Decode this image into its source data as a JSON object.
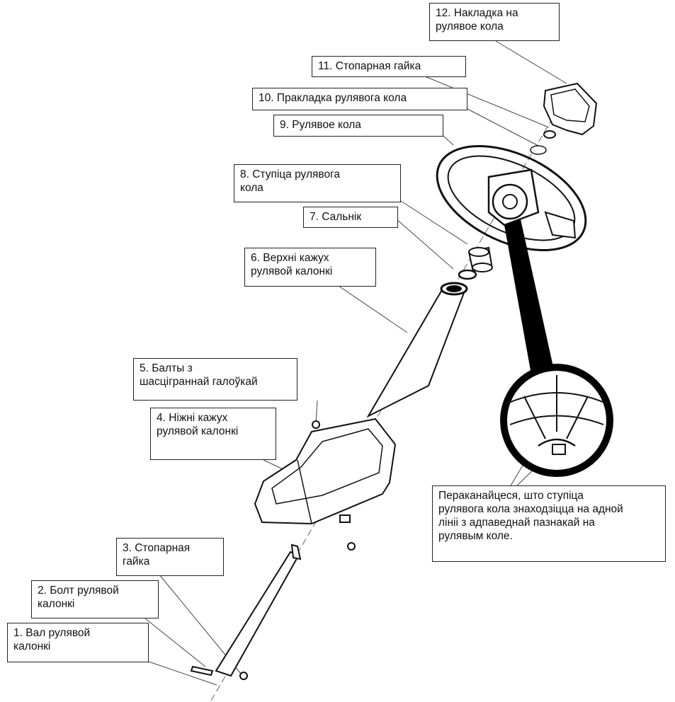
{
  "parts": [
    {
      "id": "12",
      "text": "12. Накладка на\nрулявое кола"
    },
    {
      "id": "11",
      "text": "11. Стопарная гайка"
    },
    {
      "id": "10",
      "text": "10. Пракладка рулявога кола"
    },
    {
      "id": "9",
      "text": "9. Рулявое кола"
    },
    {
      "id": "8",
      "text": "8. Ступіца рулявога\nкола"
    },
    {
      "id": "7",
      "text": "7. Сальнік"
    },
    {
      "id": "6",
      "text": "6. Верхні кажух\nрулявой калонкі"
    },
    {
      "id": "5",
      "text": "5. Балты з\nшасціграннай галоўкай"
    },
    {
      "id": "4",
      "text": "4. Ніжні кажух\nрулявой калонкі"
    },
    {
      "id": "3",
      "text": "3. Стопарная\nгайка"
    },
    {
      "id": "2",
      "text": "2. Болт рулявой\nкалонкі"
    },
    {
      "id": "1",
      "text": "1. Вал рулявой\nкалонкі"
    }
  ],
  "note": "Пераканайцеся, што ступіца\nрулявога кола знаходзіцца на адной\nлініі з адпаведнай пазнакай на\nрулявым коле."
}
